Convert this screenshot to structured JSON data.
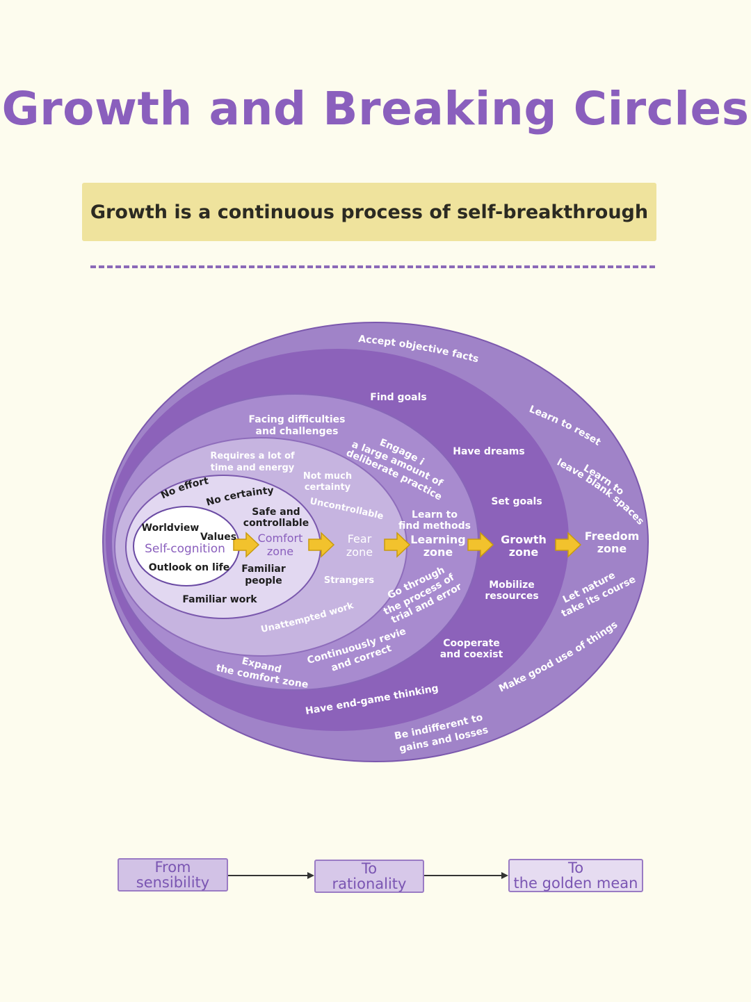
{
  "title": "Growth and Breaking Circles",
  "subtitle": "Growth is a continuous process of self-breakthrough",
  "colors": {
    "title": "#8a5fbd",
    "banner": "#efe39d",
    "outer_ring": "#a083c8",
    "growth_ring": "#8c62ba",
    "learning_ring": "#a88bcf",
    "fear_ring": "#c6b4e0",
    "comfort_ring": "#e2d8f1",
    "core": "#ffffff",
    "arrow": "#f2c22d"
  },
  "diagram": {
    "zones": {
      "self_cognition": "Self-cognition",
      "comfort": "Comfort\nzone",
      "fear": "Fear\nzone",
      "learning": "Learning\nzone",
      "growth": "Growth\nzone",
      "freedom": "Freedom\nzone"
    },
    "core": {
      "worldview": "Worldview",
      "values": "Values",
      "outlook": "Outlook on life"
    },
    "comfort_ring": {
      "no_effort": "No effort",
      "no_certainty": "No certainty",
      "safe": "Safe and\ncontrollable",
      "familiar_people": "Familiar\npeople",
      "familiar_work": "Familiar work"
    },
    "fear_ring": {
      "requires": "Requires a lot of\ntime and energy",
      "not_much": "Not much\ncertainty",
      "uncontrollable": "Uncontrollable",
      "strangers": "Strangers",
      "unattempted": "Unattempted work",
      "expand": "Expand\nthe comfort zone"
    },
    "learning_ring": {
      "facing": "Facing difficulties\nand challenges",
      "engage": "Engage in\na large amount of\ndeliberate practice",
      "learn_methods": "Learn to\nfind methods",
      "trial": "Go through\nthe process of\ntrial and error",
      "review": "Continuously review\nand correct"
    },
    "growth_ring": {
      "find_goals": "Find goals",
      "have_dreams": "Have dreams",
      "set_goals": "Set goals",
      "mobilize": "Mobilize\nresources",
      "cooperate": "Cooperate\nand coexist",
      "endgame": "Have end-game thinking"
    },
    "outer_ring": {
      "accept": "Accept objective facts",
      "reset": "Learn to reset",
      "blank": "Learn to\nleave blank spaces",
      "nature": "Let nature\ntake its course",
      "good_use": "Make good use of things",
      "indifferent": "Be indifferent to\ngains and losses"
    }
  },
  "flow": {
    "step1": "From\nsensibility",
    "step2": "To\nrationality",
    "step3": "To\nthe golden mean"
  }
}
